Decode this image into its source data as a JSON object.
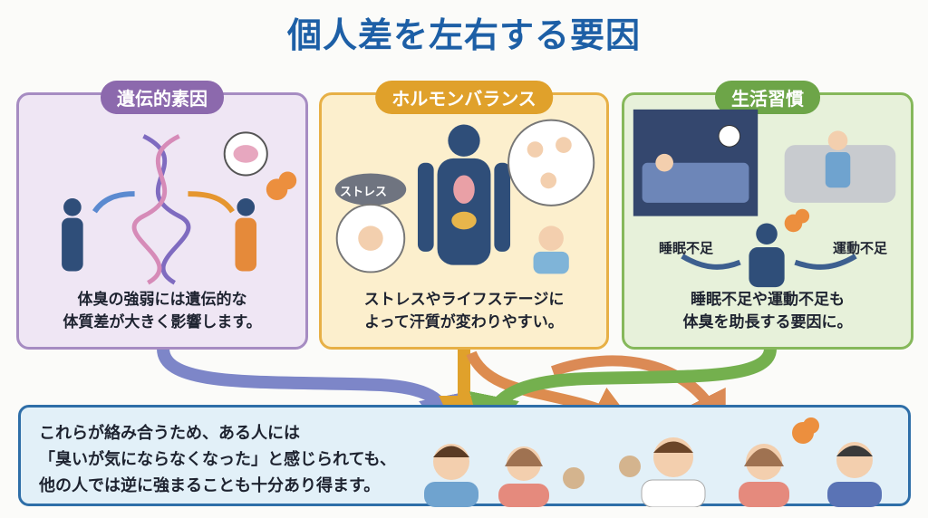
{
  "title": "個人差を左右する要因",
  "panels": [
    {
      "label": "遺伝的素因",
      "caption_lines": [
        "体臭の強弱には遺伝的な",
        "体質差が大きく影響します。"
      ]
    },
    {
      "label": "ホルモンバランス",
      "stress_label": "ストレス",
      "caption_lines": [
        "ストレスやライフステージに",
        "よって汗質が変わりやすい。"
      ]
    },
    {
      "label": "生活習慣",
      "left_label": "睡眠不足",
      "right_label": "運動不足",
      "caption_lines": [
        "睡眠不足や運動不足も",
        "体臭を助長する要因に。"
      ]
    }
  ],
  "summary": {
    "lines": [
      "これらが絡み合うため、ある人には",
      "「臭いが気にならなくなった」と感じられても、",
      "他の人では逆に強まることも十分あり得ます。"
    ]
  },
  "colors": {
    "title": "#1d5fa6",
    "genetic": "#8c69ad",
    "hormone": "#e0a12b",
    "lifestyle": "#6da548",
    "summary_border": "#2e6ea8"
  }
}
